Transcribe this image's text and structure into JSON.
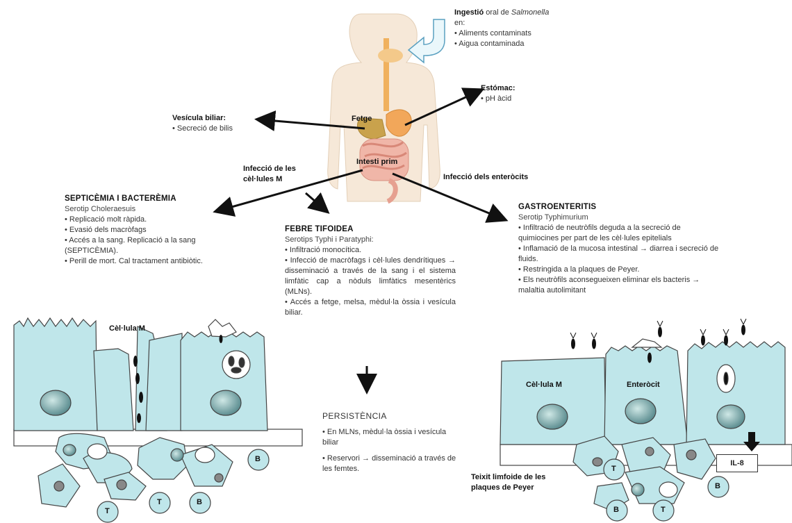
{
  "ingestion": {
    "title_bold": "Ingestió",
    "title_rest": " oral de ",
    "title_italic": "Salmonella",
    "line2": "en:",
    "items": [
      "• Aliments contaminats",
      "• Aigua contaminada"
    ]
  },
  "stomach": {
    "title": "Estómac:",
    "items": [
      "• pH àcid"
    ]
  },
  "gallbladder": {
    "title": "Vesícula biliar:",
    "items": [
      "• Secreció de bilis"
    ]
  },
  "organ_labels": {
    "liver": "Fetge",
    "small_intestine": "Intesti prim"
  },
  "routes": {
    "m_cells": [
      "Infecció de les",
      "cèl·lules M"
    ],
    "enterocytes": "Infecció dels enteròcits"
  },
  "septicemia": {
    "title": "SEPTICÈMIA I BACTERÈMIA",
    "serotype": "Serotip Choleraesuis",
    "items": [
      "• Replicació molt ràpida.",
      "• Evasió dels macròfags",
      "• Accés a la sang. Replicació a la sang (SEPTICÈMIA).",
      "• Perill de mort. Cal tractament antibiòtic."
    ]
  },
  "typhoid": {
    "title": "FEBRE TIFOIDEA",
    "serotype": "Serotips Typhi i Paratyphi:",
    "items": [
      "• Infiltració monocítica.",
      "• Infecció de macròfags i cèl·lules dendrítiques → disseminació a través de la sang i el sistema limfàtic cap a nòduls limfàtics mesentèrics (MLNs).",
      "• Accés a fetge, melsa, mèdul·la òssia i vesícula biliar."
    ]
  },
  "persistence": {
    "title": "PERSISTÈNCIA",
    "items": [
      "• En MLNs, mèdul·la òssia i vesícula biliar",
      "• Reservori → disseminació a través de les femtes."
    ]
  },
  "gastro": {
    "title": "GASTROENTERITIS",
    "serotype": "Serotip Typhimurium",
    "items": [
      "• Infiltració de neutròfils deguda a la secreció de quimiocines per part de les cèl·lules epitelials",
      "• Inflamació de la mucosa intestinal → diarrea i secreció de fluids.",
      "• Restringida a la plaques de Peyer.",
      "• Els neutròfils aconsegueixen eliminar els bacteris → malaltia autolimitant"
    ]
  },
  "cell_labels": {
    "left_m_cell": "Cèl·lula M",
    "right_m_cell": "Cèl·lula M",
    "enterocyte": "Enteròcit",
    "il8": "IL-8",
    "peyer": [
      "Teixit limfoide de les",
      "plaques de Peyer"
    ]
  },
  "lymphocyte_letters": {
    "B": "B",
    "T": "T"
  },
  "colors": {
    "cell_fill": "#bfe6ea",
    "cell_stroke": "#444444",
    "nucleus": "#5e8f92",
    "arrow": "#111111",
    "body": "#f6e8d8"
  }
}
